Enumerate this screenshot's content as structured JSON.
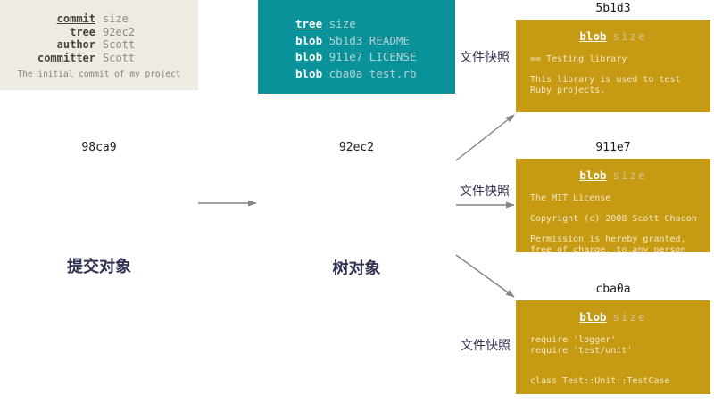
{
  "colors": {
    "background": "#ffffff",
    "commit_box_bg": "#edebe2",
    "tree_box_bg": "#0a929b",
    "blob_box_bg": "#c79a13",
    "arrow": "#848484",
    "title_text": "#1a1a1a",
    "chinese_label_text": "#303251",
    "commit_key_text": "#45443c",
    "commit_value_text": "#8e8d83",
    "tree_key_text": "#ffffff",
    "tree_value_text": "#b3d2d4",
    "blob_header_value_text": "#d1c490",
    "blob_content_text": "#f2e9c4"
  },
  "commit_object": {
    "title": "98ca9",
    "rows": [
      {
        "key": "commit",
        "value": "size"
      },
      {
        "key": "tree",
        "value": "92ec2"
      },
      {
        "key": "author",
        "value": "Scott"
      },
      {
        "key": "committer",
        "value": "Scott"
      }
    ],
    "message": "The initial commit of my project",
    "label": "提交对象"
  },
  "tree_object": {
    "title": "92ec2",
    "rows": [
      {
        "key": "tree",
        "value": "size"
      },
      {
        "key": "blob",
        "value": "5b1d3 README"
      },
      {
        "key": "blob",
        "value": "911e7 LICENSE"
      },
      {
        "key": "blob",
        "value": "cba0a test.rb"
      }
    ],
    "label": "树对象"
  },
  "blobs": [
    {
      "title": "5b1d3",
      "header_key": "blob",
      "header_value": "size",
      "content": "== Testing library\n\nThis library is used to test\nRuby projects."
    },
    {
      "title": "911e7",
      "header_key": "blob",
      "header_value": "size",
      "content": "The MIT License\n\nCopyright (c) 2008 Scott Chacon\n\nPermission is hereby granted,\nfree of charge, to any person"
    },
    {
      "title": "cba0a",
      "header_key": "blob",
      "header_value": "size",
      "content": "require 'logger'\nrequire 'test/unit'\n\n\nclass Test::Unit::TestCase"
    }
  ],
  "snapshot_labels": [
    {
      "text": "文件快照"
    },
    {
      "text": "文件快照"
    },
    {
      "text": "文件快照"
    }
  ]
}
